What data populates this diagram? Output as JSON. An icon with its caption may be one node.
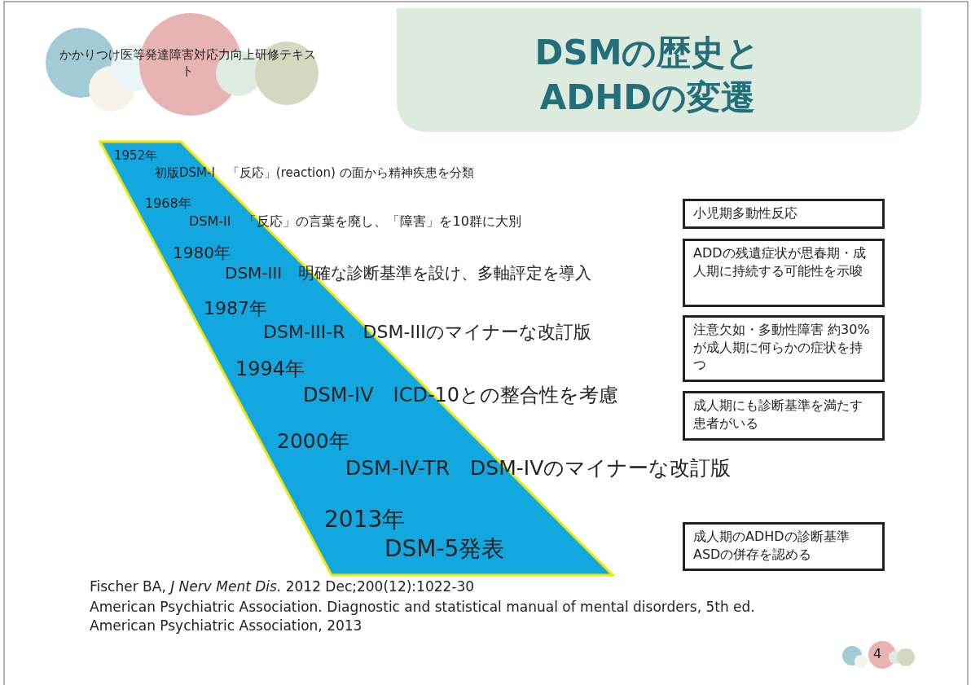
{
  "diagram": {
    "title": "DSMの歴史とADHDの変遷",
    "nodes": [
      {
        "text": [
          "小児期多動性反応"
        ]
      },
      {
        "text": [
          "ADDの残遺症状が思春期・成人期に持続する可能性を示唆"
        ]
      },
      {
        "text": [
          "注意欠如・多動性障害 約30%が成人期に何らかの症状を持つ"
        ]
      },
      {
        "text": [
          "成人期にも診断基準を満たす患者がいる"
        ]
      },
      {
        "text": [
          "成人期のADHDの診断基準 ASDの併存を認める"
        ]
      }
    ],
    "labels": [
      "かかりつけ医等発達障害対応力向上研修テキスト",
      "1952年",
      "初版DSM-I　「反応」(reaction) の面から精神疾患を分類",
      "1968年",
      "DSM-II　「反応」の言葉を廃し、「障害」を10群に大別",
      "1980年",
      "DSM-III　明確な診断基準を設け、多軸評定を導入",
      "1987年",
      "DSM-III-R　DSM-IIIのマイナーな改訂版",
      "1994年",
      "DSM-IV　ICD-10との整合性を考慮",
      "2000年",
      "DSM-IV-TR　DSM-IVのマイナーな改訂版",
      "2013年",
      "DSM-5発表",
      "Fischer BA, *J Nerv Ment Dis.* 2012 Dec;200(12):1022-30",
      "American Psychiatric Association. Diagnostic and statistical manual of mental disorders, 5th ed.  American Psychiatric Association, 2013",
      "4"
    ]
  }
}
